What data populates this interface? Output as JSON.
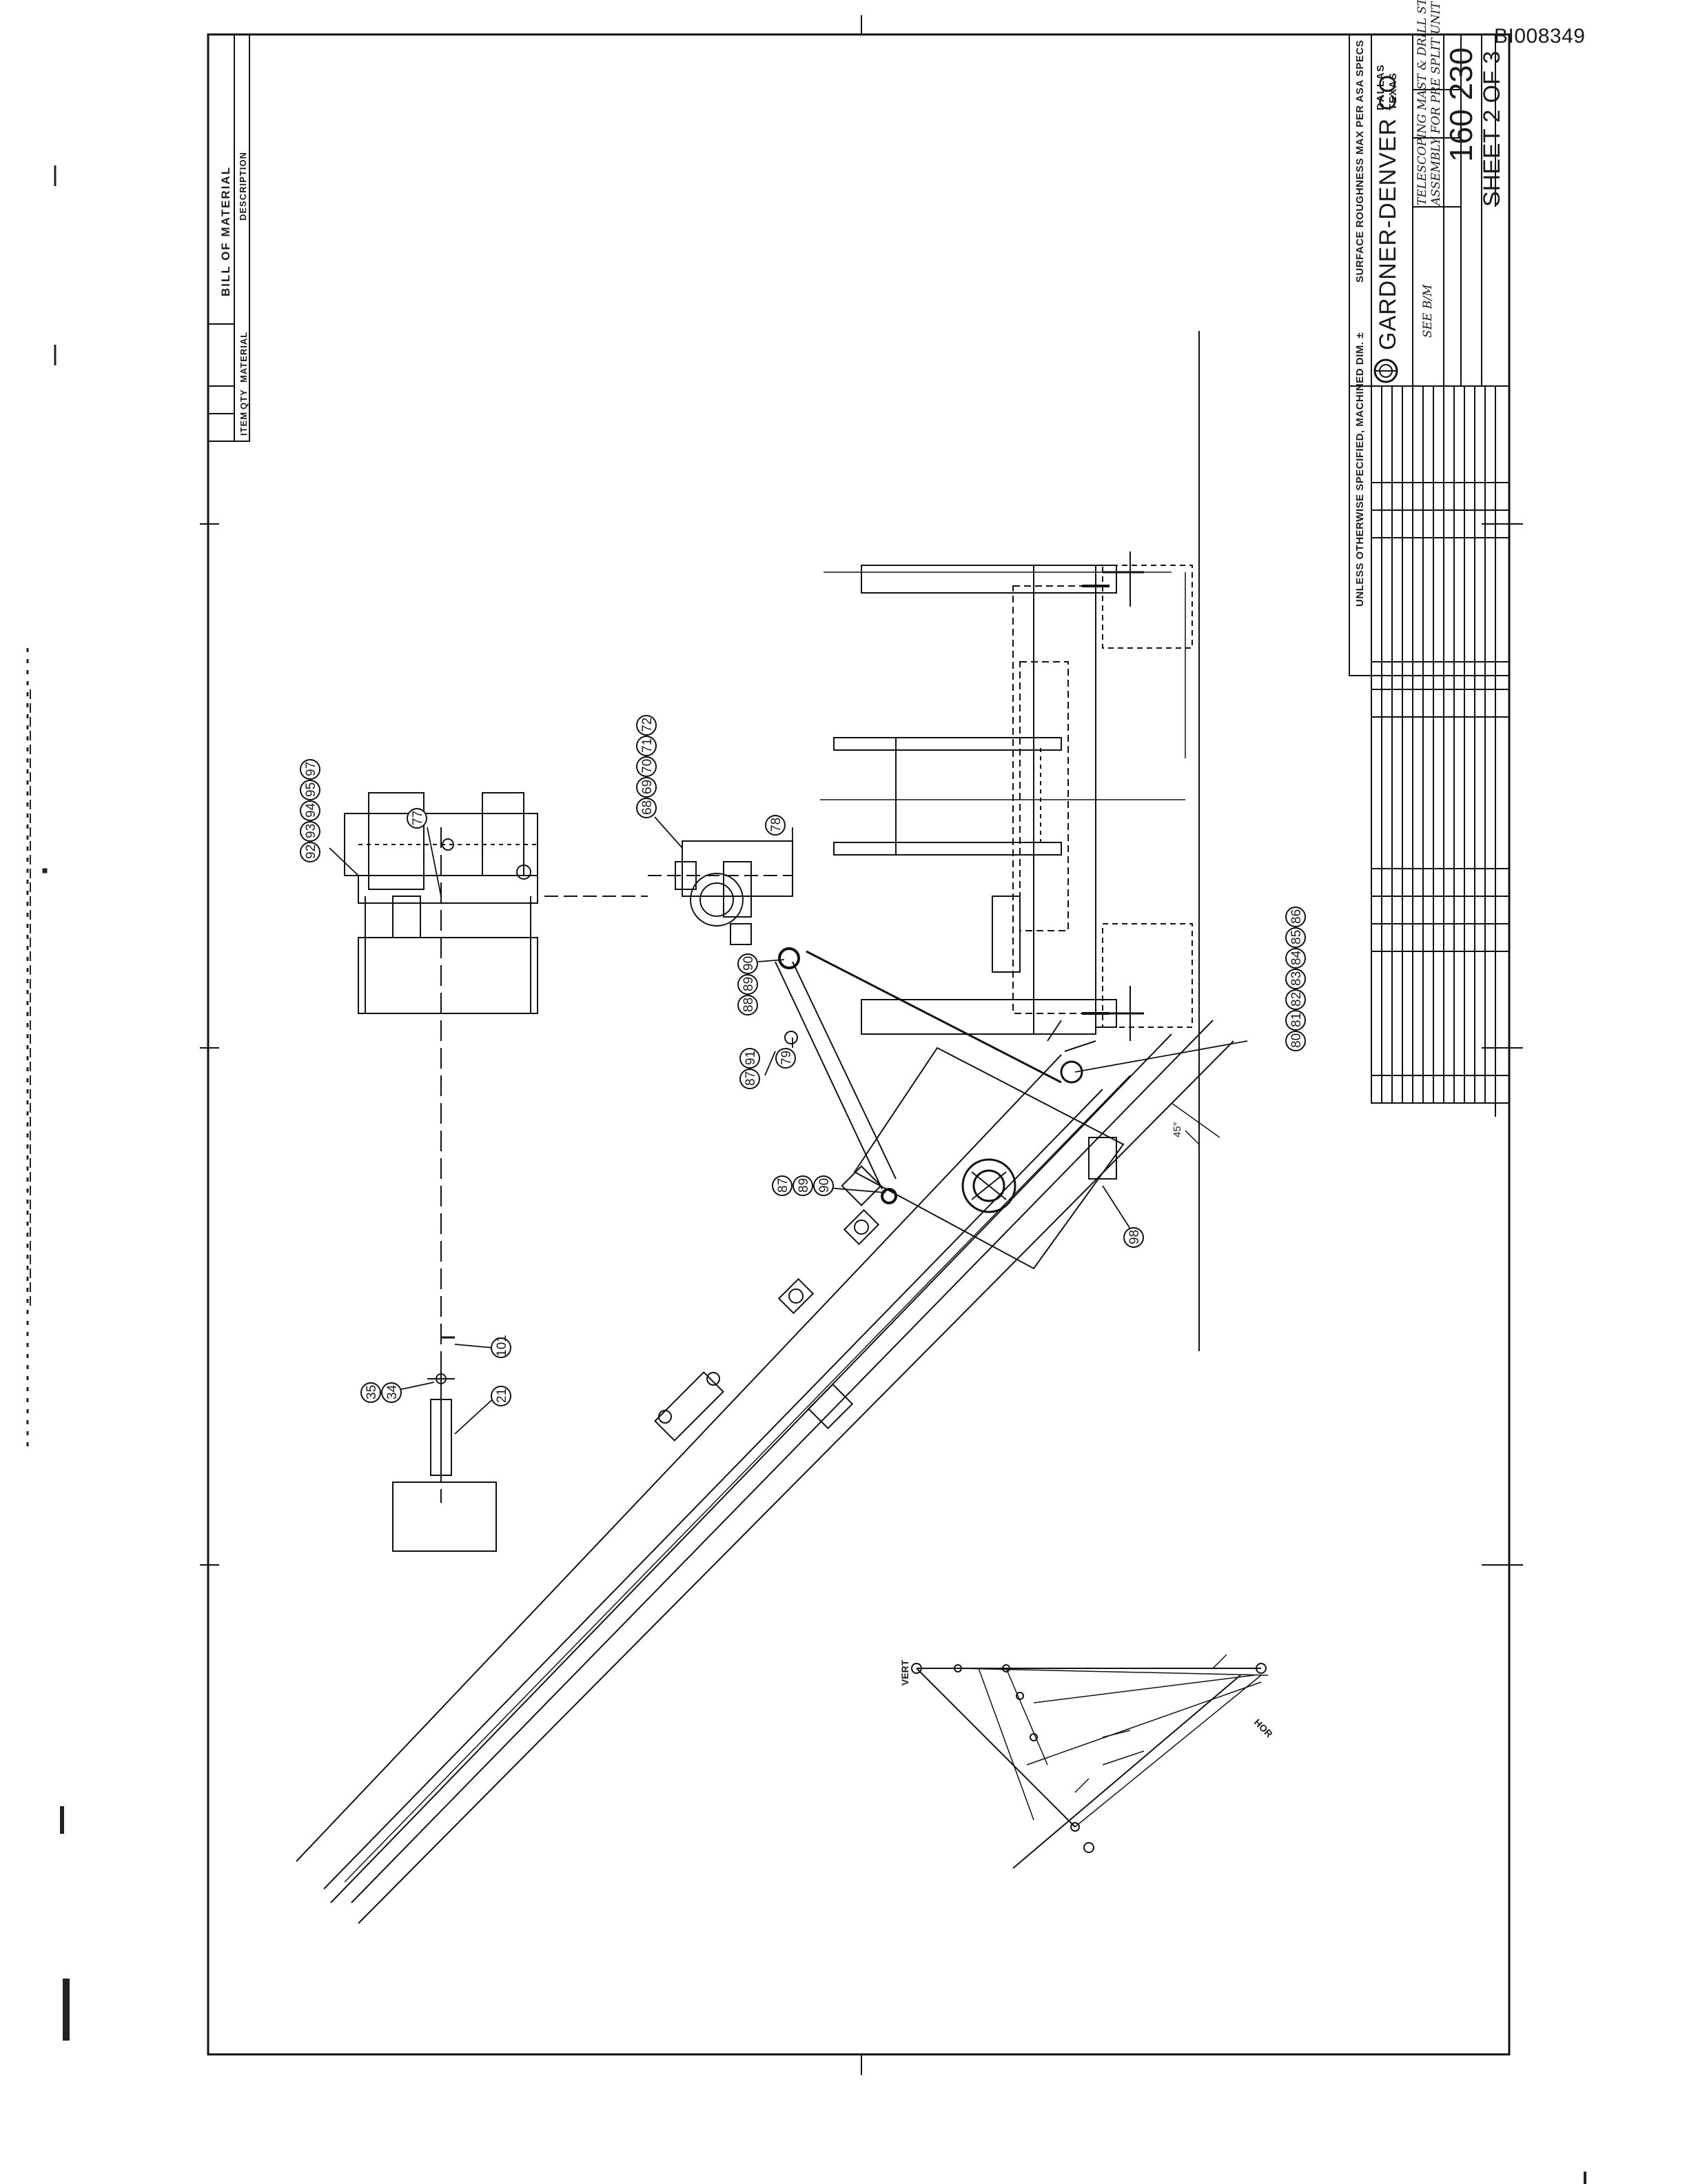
{
  "document": {
    "doc_id": "BI008349"
  },
  "bill_of_material": {
    "title": "BILL OF MATERIAL",
    "columns": [
      "ITEM",
      "QTY",
      "MATERIAL",
      "DESCRIPTION"
    ]
  },
  "title_block": {
    "general_note": "UNLESS OTHERWISE SPECIFIED, MACHINED DIM. ±",
    "surface_note": "SURFACE ROUGHNESS MAX PER ASA SPECS",
    "company": "GARDNER-DENVER CO",
    "city": "DALLAS",
    "state": "TEXAS",
    "material_note": "SEE B/M",
    "drawing_title_1": "TELESCOPING MAST & DRILL STRING",
    "drawing_title_2": "ASSEMBLY FOR PRE SPLIT UNIT",
    "drawing_number": "160 230",
    "sheet": "SHEET 2 OF 3"
  },
  "callouts": [
    {
      "id": "92"
    },
    {
      "id": "93"
    },
    {
      "id": "94"
    },
    {
      "id": "95"
    },
    {
      "id": "97"
    },
    {
      "id": "77"
    },
    {
      "id": "68"
    },
    {
      "id": "69"
    },
    {
      "id": "70"
    },
    {
      "id": "71"
    },
    {
      "id": "72"
    },
    {
      "id": "78"
    },
    {
      "id": "88"
    },
    {
      "id": "89"
    },
    {
      "id": "90"
    },
    {
      "id": "87"
    },
    {
      "id": "91"
    },
    {
      "id": "79"
    },
    {
      "id": "87"
    },
    {
      "id": "89"
    },
    {
      "id": "90"
    },
    {
      "id": "80"
    },
    {
      "id": "81"
    },
    {
      "id": "82"
    },
    {
      "id": "83"
    },
    {
      "id": "84"
    },
    {
      "id": "85"
    },
    {
      "id": "86"
    },
    {
      "id": "98"
    },
    {
      "id": "101"
    },
    {
      "id": "35"
    },
    {
      "id": "34"
    },
    {
      "id": "21"
    }
  ],
  "annotations": {
    "angle_label": "45°",
    "vert_label": "VERT",
    "hor_label": "HOR"
  }
}
